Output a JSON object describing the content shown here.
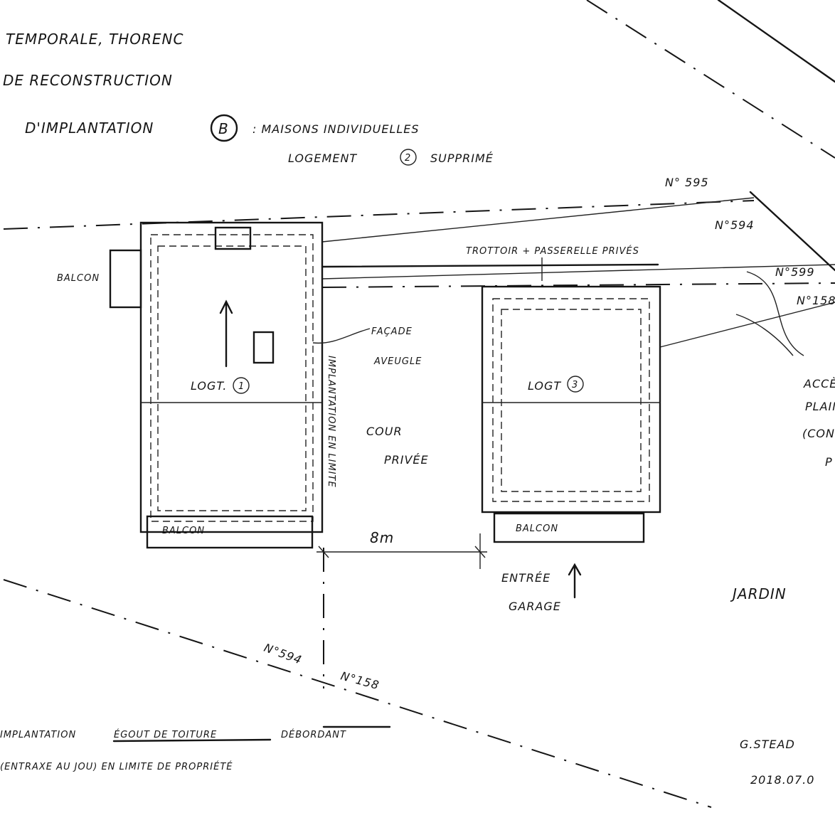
{
  "header": {
    "line1": "TEMPORALE, THORENC",
    "line2": "DE RECONSTRUCTION",
    "line3": "D'IMPLANTATION",
    "option_mark": "B",
    "line3_rest": ": MAISONS INDIVIDUELLES",
    "line4_a": "LOGEMENT",
    "line4_mark": "2",
    "line4_b": "SUPPRIMÉ"
  },
  "parcels": {
    "n595": "N° 595",
    "n594_top": "N°594",
    "n599": "N°599",
    "n158_right": "N°158",
    "n594_bottom": "N°594",
    "n158_bottom": "N°158"
  },
  "labels": {
    "trottoir": "TROTTOIR + PASSERELLE PRIVÉS",
    "balcon_left": "BALCON",
    "facade_1": "FAÇADE",
    "facade_2": "AVEUGLE",
    "logt1": "LOGT.",
    "logt1_mark": "1",
    "implantation_limite": "IMPLANTATION EN LIMITE",
    "logt3": "LOGT",
    "logt3_mark": "3",
    "cour_1": "COUR",
    "cour_2": "PRIVÉE",
    "acces_1": "ACCÈ",
    "acces_2": "PLAIN",
    "acces_3": "(CONS",
    "acces_4": "P",
    "balcon_1": "BALCON",
    "balcon_3": "BALCON",
    "dimension": "8m",
    "entree_1": "ENTRÉE",
    "entree_2": "GARAGE",
    "jardin": "JARDIN"
  },
  "footer": {
    "note_1a": "IMPLANTATION",
    "note_1b": "ÉGOUT DE TOITURE",
    "note_1c": "DÉBORDANT",
    "note_2": "(ENTRAXE AU JOU) EN LIMITE DE PROPRIÉTÉ",
    "author": "G.STEAD",
    "date": "2018.07.0"
  }
}
